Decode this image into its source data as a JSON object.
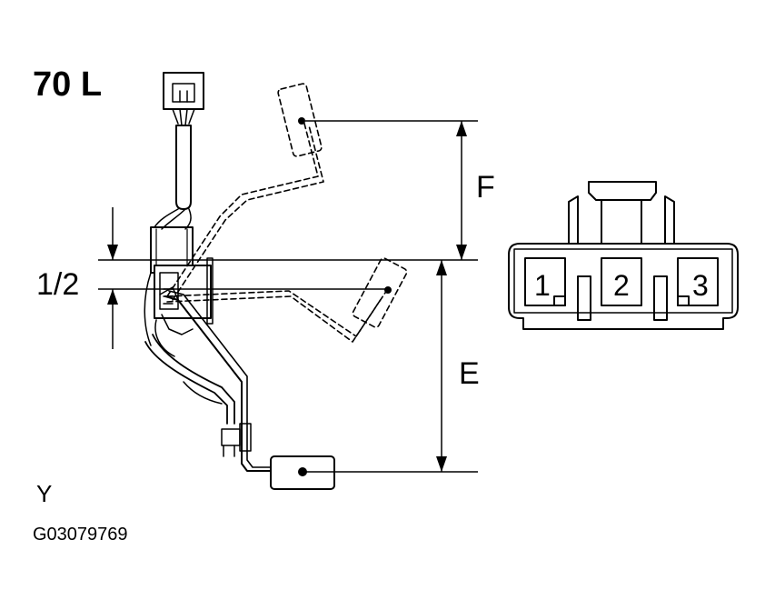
{
  "title": "70 L",
  "dimension_labels": {
    "f": "F",
    "e": "E",
    "half": "1/2"
  },
  "connector": {
    "pins": [
      "1",
      "2",
      "3"
    ]
  },
  "footer": {
    "view_label": "Y",
    "figure_code": "G03079769"
  },
  "colors": {
    "line": "#000000",
    "background": "#ffffff"
  }
}
